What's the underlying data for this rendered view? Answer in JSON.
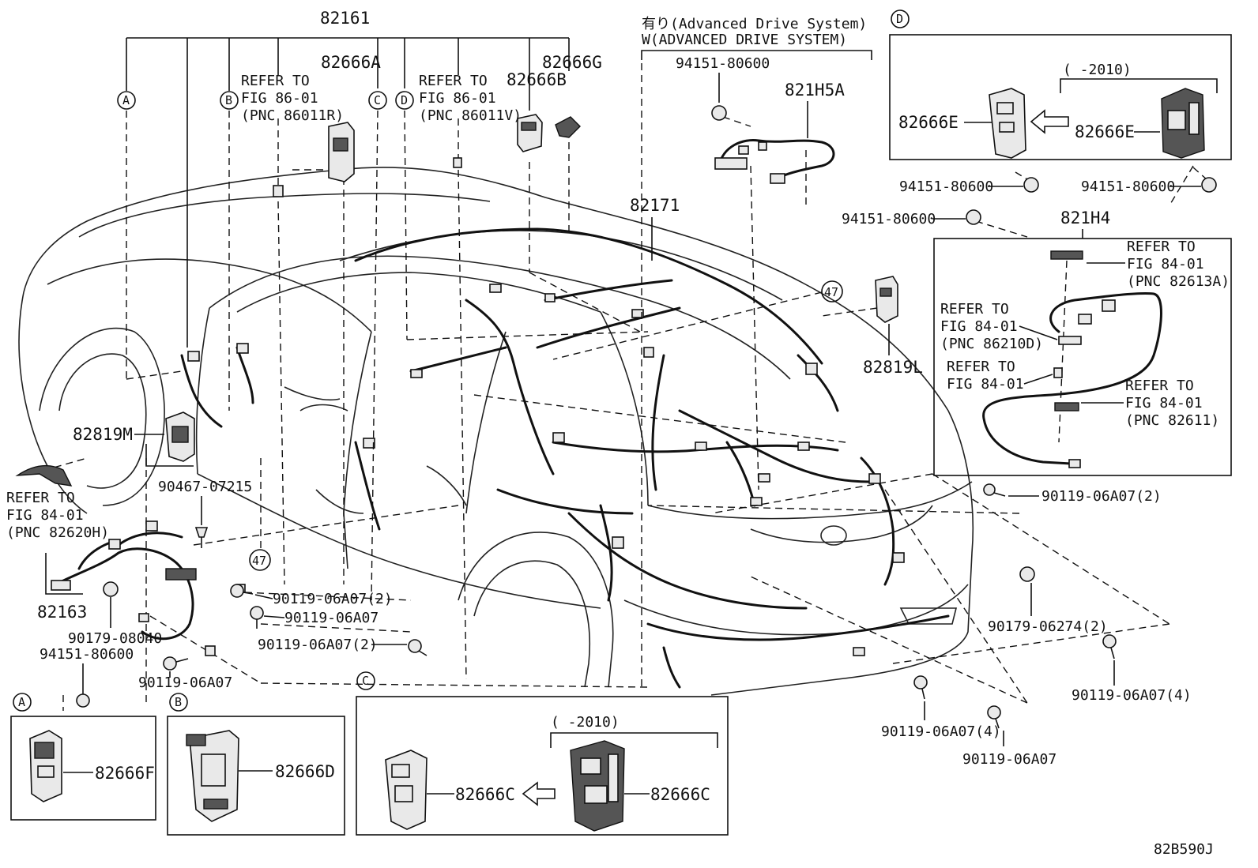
{
  "callouts": {
    "p82161": "82161",
    "p82666A": "82666A",
    "p82666G": "82666G",
    "p82666B": "82666B",
    "p821H5A": "821H5A",
    "p82171": "82171",
    "p821H4": "821H4",
    "p82819L": "82819L",
    "p82819M": "82819M",
    "p82163": "82163",
    "p82666E_a": "82666E",
    "p82666E_b": "82666E",
    "p82666F": "82666F",
    "p82666D": "82666D",
    "p82666C_a": "82666C",
    "p82666C_b": "82666C",
    "p94151_top": "94151-80600",
    "p94151_d1": "94151-80600",
    "p94151_d2": "94151-80600",
    "p94151_mid": "94151-80600",
    "p94151_left": "94151-80600",
    "p90467": "90467-07215",
    "p90179_08040": "90179-08040",
    "p90119_a": "90119-06A07(2)",
    "p90119_b": "90119-06A07",
    "p90119_c": "90119-06A07(2)",
    "p90119_d": "90119-06A07",
    "p90119_e": "90119-06A07(2)",
    "p90179_06274": "90179-06274(2)",
    "p90119_f": "90119-06A07(4)",
    "p90119_g": "90119-06A07(4)",
    "p90119_h": "90119-06A07",
    "num47_a": "47",
    "num47_b": "47",
    "diagram_id": "82B590J"
  },
  "refers": {
    "r1": [
      "REFER TO",
      "FIG 86-01",
      "(PNC 86011R)"
    ],
    "r2": [
      "REFER TO",
      "FIG 86-01",
      "(PNC 86011V)"
    ],
    "r3": [
      "REFER TO",
      "FIG 84-01",
      "(PNC 82613A)"
    ],
    "r4": [
      "REFER TO",
      "FIG 84-01",
      "(PNC 86210D)"
    ],
    "r5": [
      "REFER TO",
      "FIG 84-01"
    ],
    "r6": [
      "REFER TO",
      "FIG 84-01",
      "(PNC 82611)"
    ],
    "r7": [
      "REFER TO",
      "FIG 84-01",
      "(PNC 82620H)"
    ]
  },
  "ads": {
    "line1": "有り(Advanced Drive System)",
    "line2": "W(ADVANCED DRIVE SYSTEM)"
  },
  "date_ranges": {
    "d_box": "(    -2010)",
    "c_box": "(    -2010)"
  },
  "circle_letters": {
    "A": "A",
    "B": "B",
    "C": "C",
    "D": "D"
  }
}
